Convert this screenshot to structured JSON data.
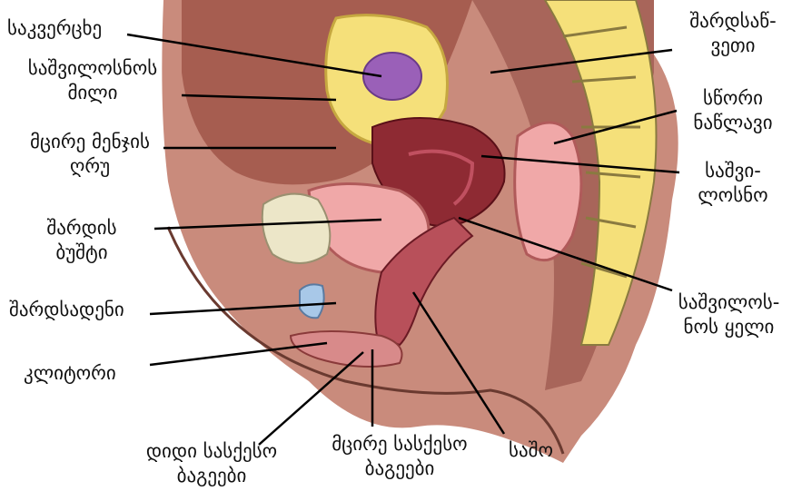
{
  "labels": {
    "sacrum": "საკვერცხე",
    "oviduct_1": "საშვილოსნოს",
    "oviduct_2": "მილი",
    "pelvis_1": "მცირე მენჯის",
    "pelvis_2": "ღრუ",
    "bladder_1": "შარდის",
    "bladder_2": "ბუშტი",
    "urethra": "შარდსადენი",
    "clitoris": "კლიტორი",
    "labia_major_1": "დიდი სასქესო",
    "labia_major_2": "ბაგეები",
    "labia_minor_1": "მცირე სასქესო",
    "labia_minor_2": "ბაგეები",
    "vagina": "საშო",
    "ureter_1": "შარდსაწ-",
    "ureter_2": "ვეთი",
    "rectum_1": "სწორი",
    "rectum_2": "ნაწლავი",
    "uterus_1": "საშვი-",
    "uterus_2": "ლოსნო",
    "cervix_1": "საშვილოს-",
    "cervix_2": "ნოს ყელი"
  },
  "colors": {
    "skin": "#c98b7c",
    "uterus": "#8e2a33",
    "fat": "#f5e07a",
    "ovary": "#9a60b8",
    "bladder": "#f0a8a8",
    "bone": "#ece6c8",
    "line": "#000000"
  }
}
